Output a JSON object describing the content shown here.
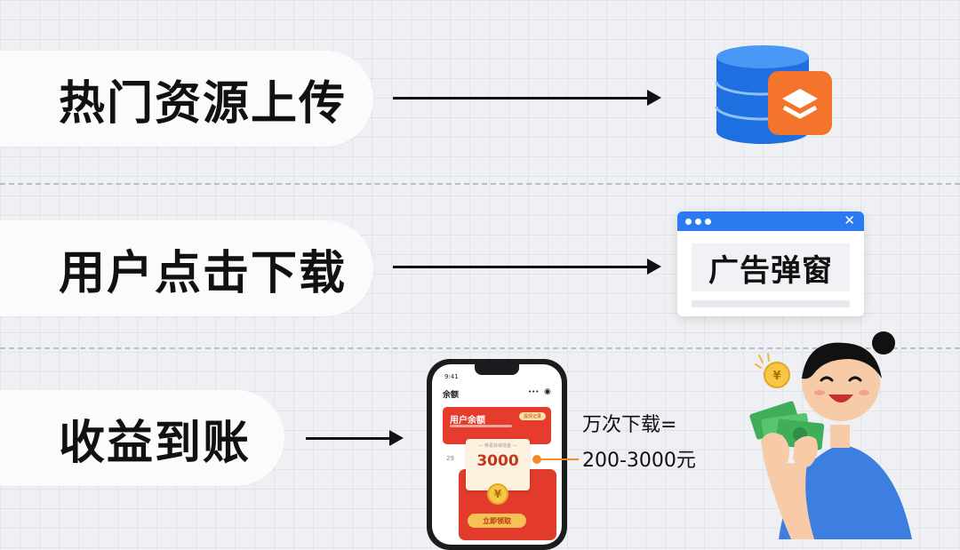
{
  "rows": [
    {
      "label": "热门资源上传"
    },
    {
      "label": "用户点击下载"
    },
    {
      "label": "收益到账"
    }
  ],
  "popup": {
    "text": "广告弹窗"
  },
  "phone": {
    "time": "9:41",
    "page_title": "余额",
    "menu": "•••",
    "card_title": "用户余额",
    "card_button": "提现记录",
    "small_value": "29",
    "voucher_title": "— 恭喜获得现金 —",
    "amount": "3000",
    "coin_symbol": "¥",
    "claim": "立即领取"
  },
  "earnings": {
    "line1": "万次下载=",
    "line2": "200-3000元"
  },
  "colors": {
    "accent_blue": "#2b7bf0",
    "accent_orange": "#f5742b",
    "red": "#e53c2e"
  },
  "icons": [
    "database-icon",
    "layers-icon",
    "browser-window-icon",
    "close-icon",
    "money-icon",
    "coin-icon"
  ]
}
